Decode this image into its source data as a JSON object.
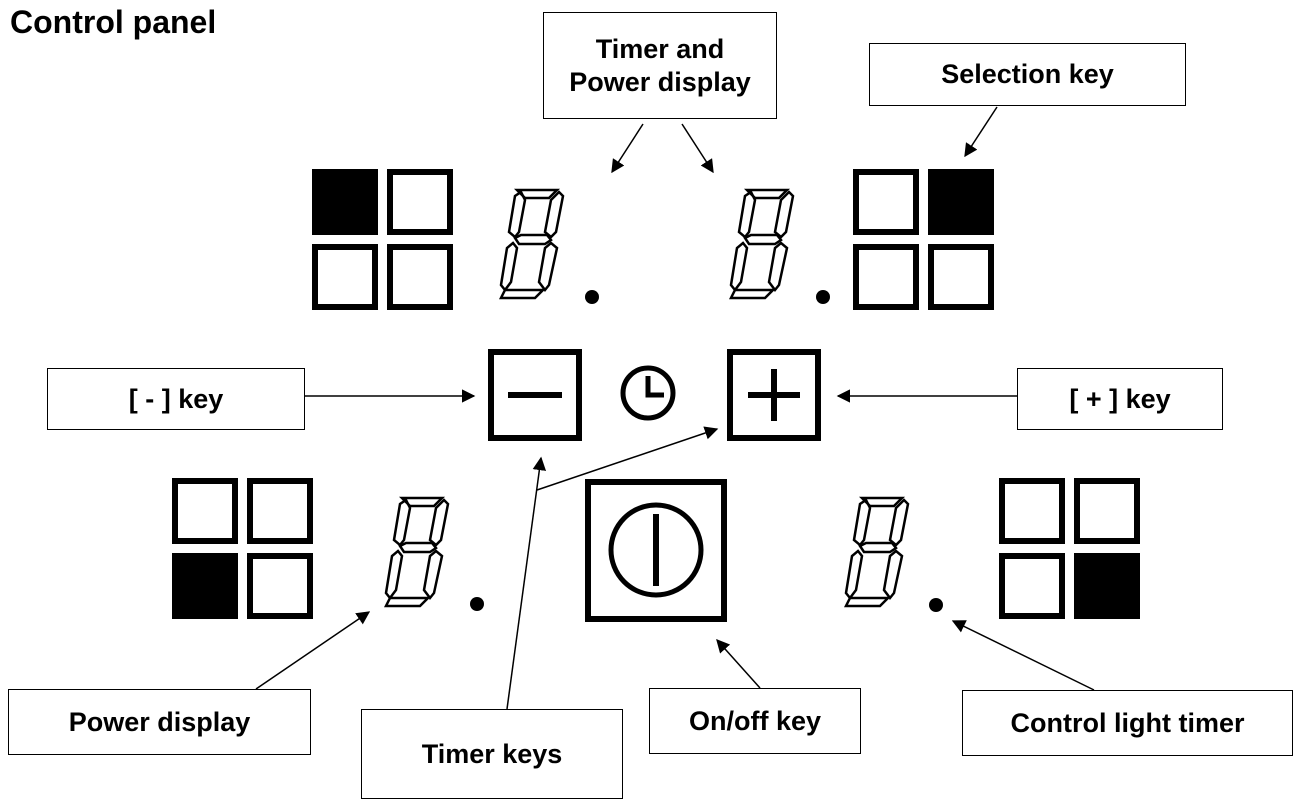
{
  "title": "Control panel",
  "labels": {
    "timer_power_display": [
      "Timer and",
      "Power display"
    ],
    "selection_key": "Selection key",
    "minus_key": "[ - ] key",
    "plus_key": "[ + ] key",
    "power_display": "Power display",
    "timer_keys": "Timer keys",
    "onoff_key": "On/off key",
    "control_light_timer": "Control light timer"
  },
  "zones": [
    {
      "name": "top-left",
      "selected_quadrant": "top-left"
    },
    {
      "name": "top-right",
      "selected_quadrant": "top-right"
    },
    {
      "name": "bottom-left",
      "selected_quadrant": "bottom-left"
    },
    {
      "name": "bottom-right",
      "selected_quadrant": "bottom-right"
    }
  ],
  "icons": {
    "minus": "minus-icon",
    "plus": "plus-icon",
    "clock": "clock-icon",
    "power": "power-icon"
  },
  "colors": {
    "foreground": "#000000",
    "background": "#ffffff"
  }
}
